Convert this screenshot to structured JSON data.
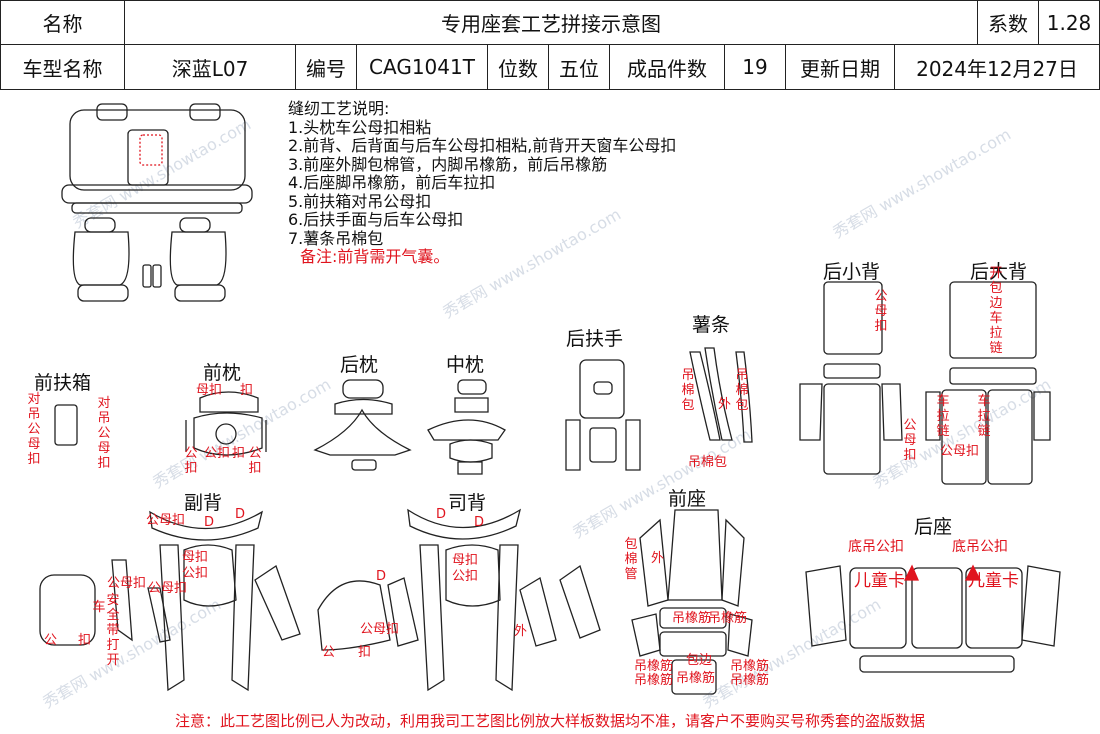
{
  "header": {
    "name_label": "名称",
    "title": "专用座套工艺拼接示意图",
    "coef_label": "系数",
    "coef_value": "1.28",
    "model_label": "车型名称",
    "model_value": "深蓝L07",
    "code_label": "编号",
    "code_value": "CAG1041T",
    "seats_label": "位数",
    "seats_value": "五位",
    "pieces_label": "成品件数",
    "pieces_value": "19",
    "date_label": "更新日期",
    "date_value": "2024年12月27日"
  },
  "notes": {
    "title": "缝纫工艺说明:",
    "items": [
      "1.头枕车公母扣相粘",
      "2.前背、后背面与后车公母扣相粘,前背开天窗车公母扣",
      "3.前座外脚包棉管，内脚吊橡筋，前后吊橡筋",
      "4.后座脚吊橡筋，前后车拉扣",
      "5.前扶箱对吊公母扣",
      "6.后扶手面与后车公母扣",
      "7.薯条吊棉包"
    ],
    "remark": "备注:前背需开气囊。"
  },
  "parts": {
    "front_armrest": "前扶箱",
    "front_pillow": "前枕",
    "rear_pillow": "后枕",
    "mid_pillow": "中枕",
    "rear_armrest": "后扶手",
    "fries": "薯条",
    "rear_small_back": "后小背",
    "rear_big_back": "后大背",
    "co_back": "副背",
    "driver_back": "司背",
    "front_seat": "前座",
    "rear_seat": "后座"
  },
  "annotations": {
    "dui_diao_gong_mu_kou": "对吊公母扣",
    "mu_kou": "母扣",
    "gong_kou": "公扣",
    "kou": "扣",
    "gong": "公",
    "gong_mu_kou": "公母扣",
    "mu": "母",
    "diao_mian_bao": "吊棉包",
    "wai": "外",
    "kai_bao_bian_che_la_lian": "开包边车拉链",
    "che_la_lian": "车拉链",
    "gong_mu_kou_b": "公母扣",
    "gong_mu_kou_vert": "公母扣",
    "an_quan_dai_da_kai": "安全带打开",
    "che": "车",
    "bao_mian_guan": "包棉管",
    "diao_xiang_jin": "吊橡筋",
    "bao_bian": "包边",
    "di_diao_gong_kou": "底吊公扣",
    "er_tong_ka": "儿童卡",
    "d": "D"
  },
  "footer": "注意：此工艺图比例已人为改动，利用我司工艺图比例放大样板数据均不准，请客户不要购买号称秀套的盗版数据",
  "watermark": "秀套网 www.showtao.com"
}
